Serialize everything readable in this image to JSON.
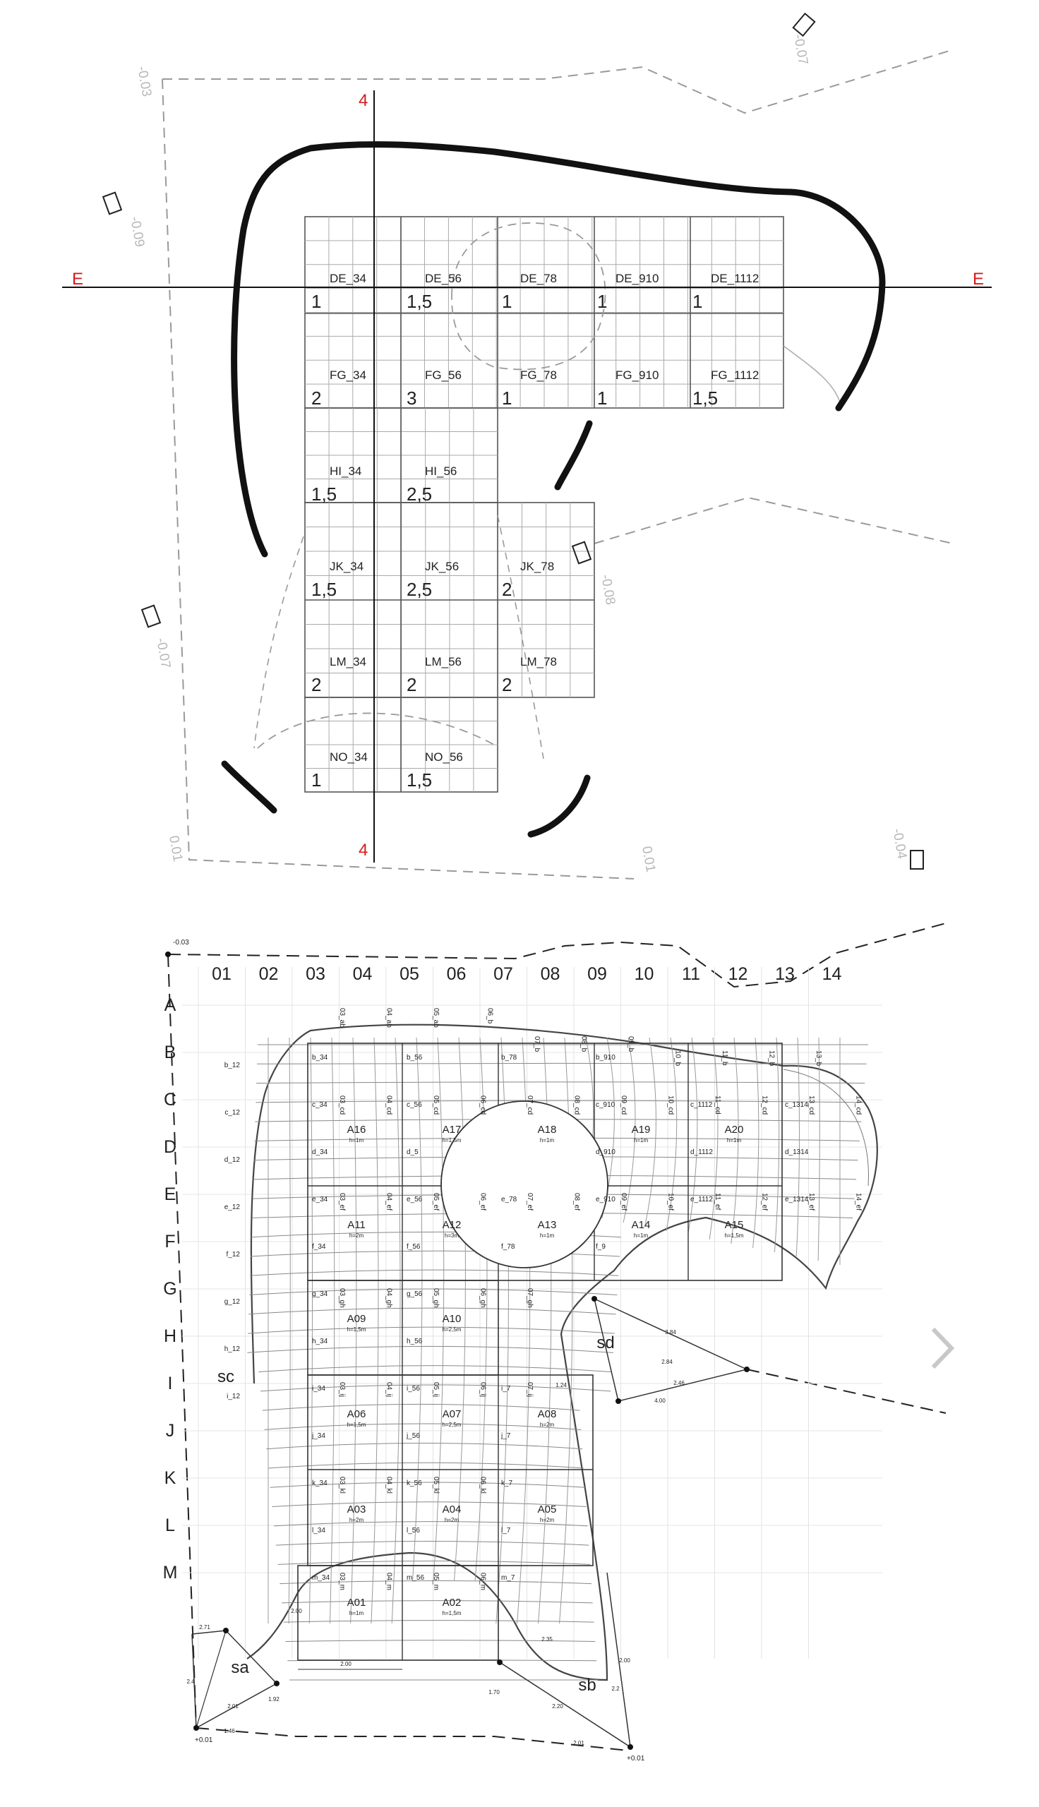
{
  "plan_top": {
    "axis_labels": {
      "axis_4": "4",
      "axis_e": "E"
    },
    "column_edges": [
      3,
      4,
      5,
      6,
      7,
      8,
      9,
      10,
      11,
      12
    ],
    "cells": [
      {
        "name": "DE_34",
        "value": "1"
      },
      {
        "name": "DE_56",
        "value": "1,5"
      },
      {
        "name": "DE_78",
        "value": "1"
      },
      {
        "name": "DE_910",
        "value": "1"
      },
      {
        "name": "DE_1112",
        "value": "1"
      },
      {
        "name": "FG_34",
        "value": "2"
      },
      {
        "name": "FG_56",
        "value": "3"
      },
      {
        "name": "FG_78",
        "value": "1"
      },
      {
        "name": "FG_910",
        "value": "1"
      },
      {
        "name": "FG_1112",
        "value": "1,5"
      },
      {
        "name": "HI_34",
        "value": "1,5"
      },
      {
        "name": "HI_56",
        "value": "2,5"
      },
      {
        "name": "JK_34",
        "value": "1,5"
      },
      {
        "name": "JK_56",
        "value": "2,5"
      },
      {
        "name": "JK_78",
        "value": "2"
      },
      {
        "name": "LM_34",
        "value": "2"
      },
      {
        "name": "LM_56",
        "value": "2"
      },
      {
        "name": "LM_78",
        "value": "2"
      },
      {
        "name": "NO_34",
        "value": "1"
      },
      {
        "name": "NO_56",
        "value": "1,5"
      }
    ],
    "levels": [
      "-0.03",
      "-0.07",
      "-0.09",
      "-0.08",
      "-0.07",
      "0.01",
      "0.01",
      "-0.04"
    ]
  },
  "plan_bottom": {
    "columns": [
      "01",
      "02",
      "03",
      "04",
      "05",
      "06",
      "07",
      "08",
      "09",
      "10",
      "11",
      "12",
      "13",
      "14"
    ],
    "rows": [
      "A",
      "B",
      "C",
      "D",
      "E",
      "F",
      "G",
      "H",
      "I",
      "J",
      "K",
      "L",
      "M"
    ],
    "modules": [
      {
        "id": "A01",
        "h": "h=1m"
      },
      {
        "id": "A02",
        "h": "h=1,5m"
      },
      {
        "id": "A03",
        "h": "h=2m"
      },
      {
        "id": "A04",
        "h": "h=2m"
      },
      {
        "id": "A05",
        "h": "h=2m"
      },
      {
        "id": "A06",
        "h": "h=1,5m"
      },
      {
        "id": "A07",
        "h": "h=2,5m"
      },
      {
        "id": "A08",
        "h": "h=2m"
      },
      {
        "id": "A09",
        "h": "h=1,5m"
      },
      {
        "id": "A10",
        "h": "h=2,5m"
      },
      {
        "id": "A11",
        "h": "h=2m"
      },
      {
        "id": "A12",
        "h": "h=3m"
      },
      {
        "id": "A13",
        "h": "h=1m"
      },
      {
        "id": "A14",
        "h": "h=1m"
      },
      {
        "id": "A15",
        "h": "h=1,5m"
      },
      {
        "id": "A16",
        "h": "h=1m"
      },
      {
        "id": "A17",
        "h": "h=1,5m"
      },
      {
        "id": "A18",
        "h": "h=1m"
      },
      {
        "id": "A19",
        "h": "h=1m"
      },
      {
        "id": "A20",
        "h": "h=1m"
      }
    ],
    "left_labels": [
      "b_12",
      "c_12",
      "d_12",
      "e_12",
      "f_12",
      "g_12",
      "h_12",
      "i_12"
    ],
    "inner_labels": [
      "b_34",
      "b_56",
      "b_78",
      "b_910",
      "c_34",
      "c_56",
      "c_910",
      "c_1112",
      "c_1314",
      "d_34",
      "d_5",
      "d_910",
      "d_1112",
      "d_1314",
      "e_34",
      "e_56",
      "e_78",
      "e_910",
      "e_1112",
      "e_1314",
      "f_34",
      "f_56",
      "f_78",
      "f_9",
      "g_34",
      "g_56",
      "h_34",
      "h_56",
      "i_34",
      "i_56",
      "i_7",
      "j_34",
      "j_56",
      "j_7",
      "k_34",
      "k_56",
      "k_7",
      "l_34",
      "l_56",
      "l_7",
      "m_34",
      "m_56",
      "m_7"
    ],
    "top_labels": [
      "03_ab",
      "04_ab",
      "05_ab",
      "06_b",
      "07_b",
      "08_b",
      "09_b",
      "10_b",
      "11_b",
      "12_b",
      "13_b"
    ],
    "mid_labels": [
      "03_cd",
      "04_cd",
      "05_cd",
      "06_cd",
      "07_cd",
      "08_cd",
      "09_cd",
      "10_cd",
      "11_cd",
      "12_cd",
      "13_cd",
      "14_cd",
      "03_ef",
      "04_ef",
      "05_ef",
      "06_ef",
      "07_ef",
      "08_ef",
      "09_ef",
      "10_ef",
      "11_ef",
      "12_ef",
      "13_ef",
      "14_ef",
      "03_gh",
      "04_gh",
      "05_gh",
      "06_gh",
      "07_gh",
      "03_ij",
      "04_ij",
      "05_ij",
      "06_ij",
      "07_ij",
      "03_kl",
      "04_kl",
      "05_kl",
      "06_kl",
      "03_m",
      "04_m",
      "05_m",
      "06_m"
    ],
    "zones": [
      "sa",
      "sb",
      "sc",
      "sd"
    ],
    "levels": [
      "-0.03",
      "+0.01",
      "+0.01"
    ],
    "dims": [
      "2.00",
      "2.00",
      "2.71",
      "2.4",
      "2.01",
      "1.92",
      "1.46",
      "2.35",
      "1.70",
      "2.20",
      "2.00",
      "2.2",
      "2.01",
      "3.84",
      "2.84",
      "2.46",
      "4.00",
      "1.24"
    ]
  },
  "nav": {
    "next_label": "next-chevron-icon"
  }
}
